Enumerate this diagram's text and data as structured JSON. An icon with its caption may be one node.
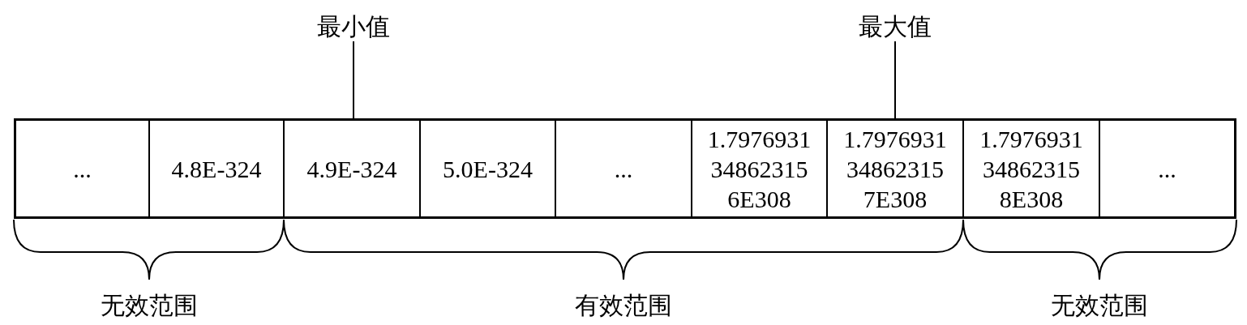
{
  "diagram": {
    "nodes": [
      {
        "text": [
          "最小值"
        ]
      },
      {
        "text": [
          "最大值"
        ]
      },
      {
        "text": [
          "..."
        ]
      },
      {
        "text": [
          "4.8E-324"
        ]
      },
      {
        "text": [
          "4.9E-324"
        ]
      },
      {
        "text": [
          "5.0E-324"
        ]
      },
      {
        "text": [
          "..."
        ]
      },
      {
        "text": [
          "1.7976931 34862315 6E308"
        ]
      },
      {
        "text": [
          "1.7976931 34862315 7E308"
        ]
      },
      {
        "text": [
          "1.7976931 34862315 8E308"
        ]
      },
      {
        "text": [
          "..."
        ]
      }
    ],
    "edges": [
      {
        "from": 0,
        "to": 4,
        "arrow": "none"
      },
      {
        "from": 1,
        "to": 8,
        "arrow": "none"
      }
    ],
    "labels": [
      "无效范围",
      "有效范围",
      "无效范围"
    ]
  }
}
